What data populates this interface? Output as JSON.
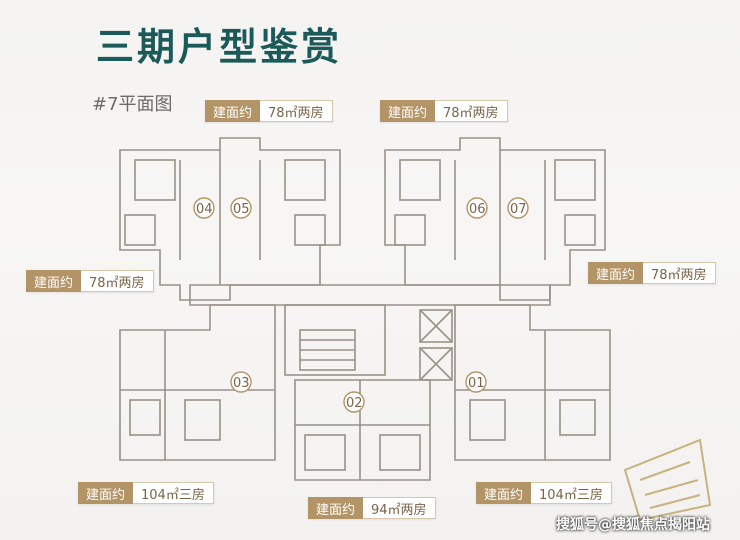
{
  "header": {
    "title": "三期户型鉴赏",
    "subtitle": "#7平面图"
  },
  "tags": [
    {
      "label": "建面约",
      "value": "78㎡两房"
    },
    {
      "label": "建面约",
      "value": "78㎡两房"
    },
    {
      "label": "建面约",
      "value": "78㎡两房"
    },
    {
      "label": "建面约",
      "value": "78㎡两房"
    },
    {
      "label": "建面约",
      "value": "104㎡三房"
    },
    {
      "label": "建面约",
      "value": "94㎡两房"
    },
    {
      "label": "建面约",
      "value": "104㎡三房"
    }
  ],
  "units": [
    "04",
    "05",
    "06",
    "07",
    "03",
    "02",
    "01"
  ],
  "watermark": "搜狐号@搜狐焦点揭阳站",
  "colors": {
    "title": "#1c5a5a",
    "gold": "#b39466",
    "wall": "#9a9187"
  }
}
